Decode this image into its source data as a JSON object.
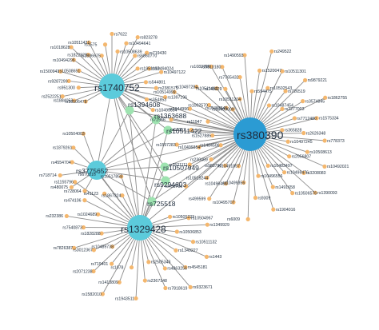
{
  "hubs": [
    {
      "id": "A",
      "label": "rs1740752",
      "tier": "big"
    },
    {
      "id": "B",
      "label": "rs380390",
      "tier": "huge"
    },
    {
      "id": "C",
      "label": "rs3775652",
      "tier": "mid"
    },
    {
      "id": "D",
      "label": "rs1329428",
      "tier": "big"
    }
  ],
  "mids": [
    {
      "id": "m1",
      "label": "rs1394608",
      "links": [
        "A",
        "B",
        "C",
        "D"
      ]
    },
    {
      "id": "m2",
      "label": "rs1363688",
      "links": [
        "A",
        "B",
        "C",
        "D"
      ]
    },
    {
      "id": "m3",
      "label": "rs10511422",
      "links": [
        "A",
        "B",
        "C",
        "D"
      ]
    },
    {
      "id": "m4",
      "label": "rs10507949",
      "links": [
        "A",
        "B",
        "C",
        "D"
      ]
    },
    {
      "id": "m5",
      "label": "rs9294603",
      "links": [
        "A",
        "B",
        "C",
        "D"
      ]
    },
    {
      "id": "m6",
      "label": "rs725518",
      "links": [
        "A",
        "B",
        "C",
        "D"
      ]
    }
  ],
  "leaves": {
    "A": [
      "rs10506478",
      "rs1884052",
      "rs2522251",
      "rs951300",
      "rs9287299",
      "rs1500941",
      "rs10508651",
      "rs10494296",
      "rs1018628",
      "rs1822923",
      "rs10511431",
      "rs1886675",
      "rs1575",
      "rs7622",
      "rs10508639",
      "rs10494641",
      "rs823278",
      "rs6860770",
      "rs719430",
      "rs1951163",
      "rs10494024",
      "rs10497122",
      "rs544801",
      "rs2381575",
      "rs1397196",
      "rs354853",
      "rs10499694"
    ],
    "B": [
      "rs10499009",
      "rs743229",
      "rs9310180",
      "rs10511204",
      "rs7765432",
      "rs1490593",
      "rs594475",
      "rs1520047",
      "rs249522",
      "rs10502543",
      "rs10511301",
      "rs10487454",
      "rs726519",
      "rs9879221",
      "rs2277003",
      "rs3574845",
      "rs1862755",
      "rs7712480",
      "rs1575334",
      "rs365828",
      "rs2626348",
      "rs778373",
      "rs10497245",
      "rs10508613",
      "rs10492021",
      "rs2956807",
      "rs3208083",
      "rs1390093",
      "rs10496476",
      "rs10506576",
      "rs10483497",
      "rs1491658",
      "rs1904016",
      "rs10496556",
      "rs9309",
      "rs6009",
      "rs10499356",
      "rs10495707",
      "rs10491857",
      "rs10496464",
      "rs499599",
      "rs983790",
      "rs10519244",
      "rs453796",
      "rs230469",
      "rs2521111",
      "rs1484506",
      "rs10499354",
      "rs1597283",
      "rs1527885",
      "rs12357",
      "rs72966",
      "rs11947",
      "rs1944996",
      "rs10514999",
      "rs1002570",
      "rs10497284",
      "rs10483545",
      "rs10511464",
      "rs1083796"
    ],
    "C": [
      "rs728064",
      "rs480075",
      "rs718714",
      "rs4554704",
      "rs1879261",
      "rs10504003"
    ],
    "D": [
      "rs10505223",
      "rs10504967",
      "rs1349929",
      "rs10506853",
      "rs10511132",
      "rs1443",
      "rs1349227",
      "rs4545181",
      "rs9323671",
      "rs4863256",
      "rs7818619",
      "rs2505343",
      "rs2367148",
      "rs1943511",
      "rs1078",
      "rs1413809",
      "rs1582010",
      "rs719401",
      "rs2071238",
      "rs10489738",
      "rs3012367",
      "rs7826387",
      "rs1828288",
      "rs7540873",
      "rs232386",
      "rs1024689",
      "rs474106",
      "rs1155796",
      "rs41123",
      "rs670816",
      "rs1867324",
      "rs10517858"
    ]
  }
}
